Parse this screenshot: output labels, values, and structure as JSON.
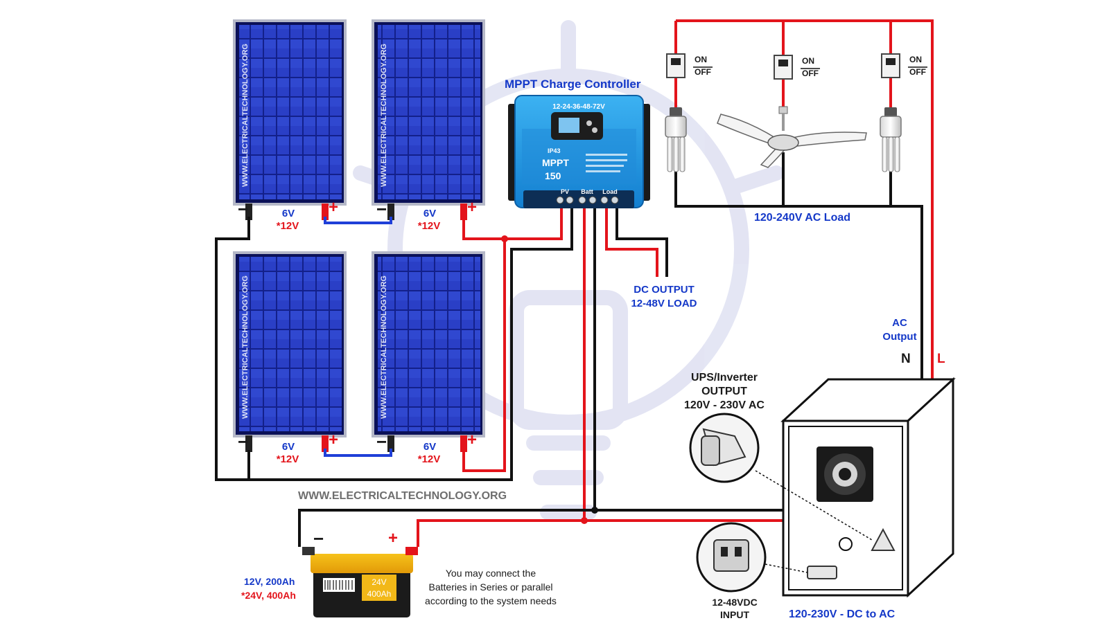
{
  "watermark_text": "WWW.ELECTRICALTECHNOLOGY.ORG",
  "panels": [
    {
      "id": "p1",
      "voltage": "6V",
      "voltage_alt": "*12V",
      "neg": "−",
      "pos": "+"
    },
    {
      "id": "p2",
      "voltage": "6V",
      "voltage_alt": "*12V",
      "neg": "−",
      "pos": "+"
    },
    {
      "id": "p3",
      "voltage": "6V",
      "voltage_alt": "*12V",
      "neg": "−",
      "pos": "+"
    },
    {
      "id": "p4",
      "voltage": "6V",
      "voltage_alt": "*12V",
      "neg": "−",
      "pos": "+"
    }
  ],
  "controller": {
    "title": "MPPT Charge Controller",
    "voltage_range": "12-24-36-48-72V",
    "model_line1": "MPPT",
    "model_line2": "150",
    "ip_rating": "IP43",
    "terminal_pv": "PV",
    "terminal_batt": "Batt",
    "terminal_load": "Load"
  },
  "switch_labels": {
    "on": "ON",
    "off": "OFF"
  },
  "ac_load_label": "120-240V AC Load",
  "dc_output": {
    "line1": "DC OUTPUT",
    "line2": "12-48V LOAD"
  },
  "ac_output": {
    "line1": "AC",
    "line2": "Output",
    "neutral": "N",
    "live": "L"
  },
  "ups_output": {
    "line1": "UPS/Inverter",
    "line2": "OUTPUT",
    "line3": "120V - 230V AC"
  },
  "dc_input": {
    "line1": "12-48VDC",
    "line2": "INPUT"
  },
  "inverter_label": "120-230V - DC to AC",
  "battery": {
    "neg": "−",
    "pos": "+",
    "box_voltage": "24V",
    "box_capacity": "400Ah",
    "spec_line1": "12V, 200Ah",
    "spec_line2": "*24V, 400Ah"
  },
  "battery_note": {
    "line1": "You may connect the",
    "line2": "Batteries in Series or parallel",
    "line3": "according to the system needs"
  },
  "colors": {
    "positive_wire": "#e3141b",
    "negative_wire": "#111111",
    "series_link": "#1f3fd8",
    "label_blue": "#1438c8",
    "controller_body": "#1e9be8",
    "panel_cell": "#1a2a9a"
  }
}
